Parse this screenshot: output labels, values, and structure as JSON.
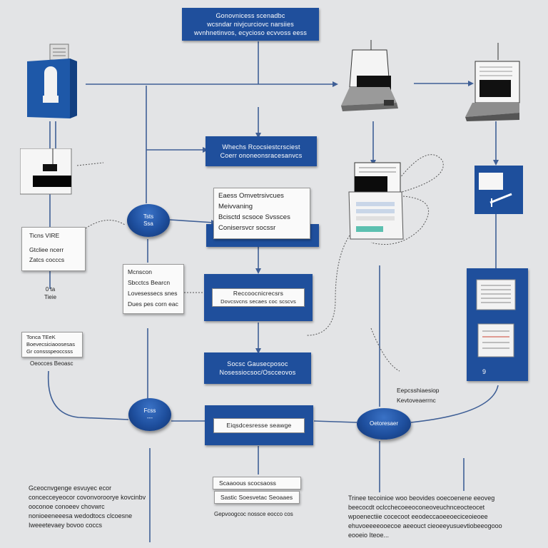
{
  "top_box": {
    "lines": [
      "Gonovnicess scenadbc",
      "wcsndar nivjcurciovc narsiies",
      "wvnhnetinvos, ecycioso ecvvoss eess"
    ]
  },
  "mid_top_box": {
    "lines": [
      "Whechs Rcocsiestcrsciest",
      "Coerr ononeonsracesanvcs"
    ]
  },
  "services_panel": {
    "lines": [
      "Eaess Omvetrsivcues",
      "Meivvaning",
      "Bcisctd scsoce Svssces",
      "Conisersvcr socssr"
    ]
  },
  "left_form": {
    "lines": [
      "Ticns VIRE",
      "Gtcliee ncerr",
      "Zatcs cocccs"
    ]
  },
  "left_small": {
    "lines": [
      "0 ta",
      "Tieie"
    ]
  },
  "mid_left_form": {
    "lines": [
      "Mcnscon",
      "Sbcctcs Bearcn",
      "Lovesessecs snes",
      "Dues pes corn eac"
    ]
  },
  "center_box": {
    "inner": "Reccoocnicrecsrs",
    "sub": "Dovcsvcns secaes coc scscvs"
  },
  "left_lower_form": {
    "lines": [
      "Tonca TEeK",
      "Boevecsiciaoosesas",
      "Gr conssspeoccsss"
    ],
    "caption": "Oeocces Beoasc"
  },
  "lower_mid_box": {
    "lines": [
      "Socsc Gausecposoc",
      "Nosessiocsoc/Oscceovos"
    ]
  },
  "bottom_center_box": {
    "inner": "Eiqsdcesresse seawge"
  },
  "right_label": {
    "lines": [
      "Eepcsshiaesiop",
      "Kevtoveaerrnc"
    ]
  },
  "bottom_stack": {
    "row1": "Scaaoous scocsaoss",
    "row2": "Sastic Soesvetac Seoaaes",
    "caption": "Gepvoogcoc nossce eocco cos"
  },
  "nodes": {
    "node1": [
      "Tsts",
      "Ssa"
    ],
    "node2": [
      "Fcss",
      "---"
    ],
    "node3": [
      "Oetoresaer"
    ]
  },
  "bottom_left_para": "Gceocnvgenge esvuyec ecor concecceyeocor covonvoroorye kovcinbv ooconoe conoeev chovwrc nonioeeneeesa wedodtocs clcoesne Iweeetevaey bovoo coccs",
  "bottom_right_para": "Trinee tecoinioe woo beovides ooecoenene eeoveg beecocdt oclcchecoeeoconeoveuchnceocteocet wpoenectiie cocecoot eeodeccaoeeoeciceoieoee ehuvoeeeeooecoe aeeouct cieoeeyusuevtiobeeogooo eooeio Iteoe..."
}
